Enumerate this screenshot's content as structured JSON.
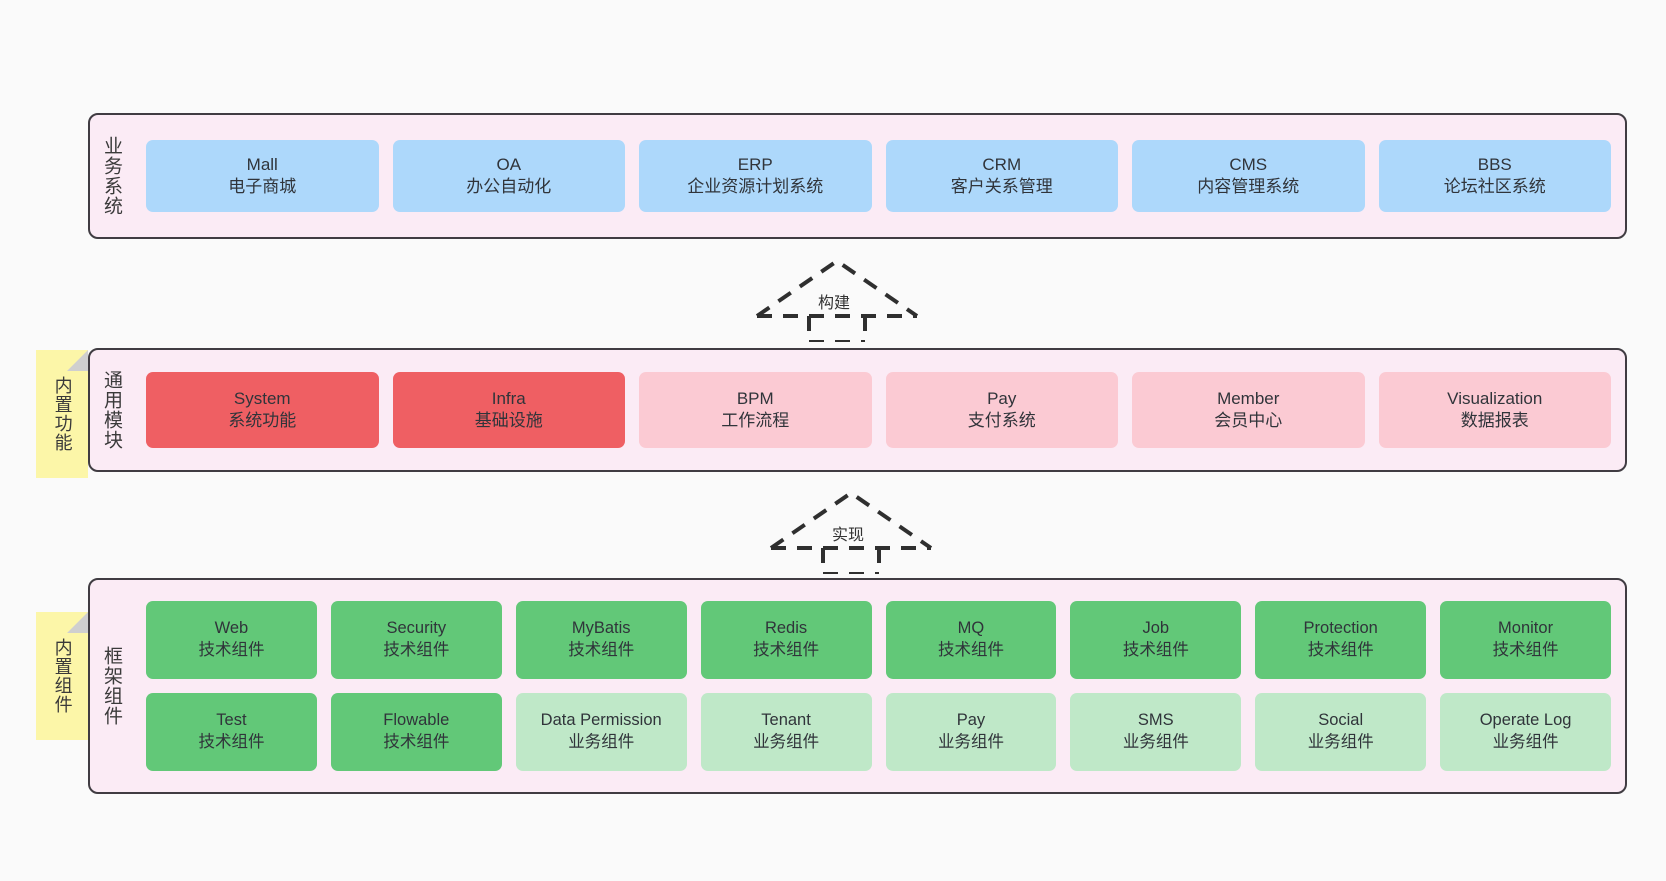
{
  "diagram": {
    "background_color": "#fafafa",
    "layer_fill": "#fbebf5",
    "layer_border": "#403c42",
    "note_fill": "#fcf6a8"
  },
  "layers": [
    {
      "id": "business",
      "title": "业务系统",
      "rows": [
        {
          "nodes": [
            {
              "title": "Mall",
              "sub": "电子商城",
              "color": "#add8fb"
            },
            {
              "title": "OA",
              "sub": "办公自动化",
              "color": "#add8fb"
            },
            {
              "title": "ERP",
              "sub": "企业资源计划系统",
              "color": "#add8fb"
            },
            {
              "title": "CRM",
              "sub": "客户关系管理",
              "color": "#add8fb"
            },
            {
              "title": "CMS",
              "sub": "内容管理系统",
              "color": "#add8fb"
            },
            {
              "title": "BBS",
              "sub": "论坛社区系统",
              "color": "#add8fb"
            }
          ]
        }
      ]
    },
    {
      "id": "common",
      "title": "通用模块",
      "rows": [
        {
          "nodes": [
            {
              "title": "System",
              "sub": "系统功能",
              "color": "#ef5f63"
            },
            {
              "title": "Infra",
              "sub": "基础设施",
              "color": "#ef5f63"
            },
            {
              "title": "BPM",
              "sub": "工作流程",
              "color": "#fbcad3"
            },
            {
              "title": "Pay",
              "sub": "支付系统",
              "color": "#fbcad3"
            },
            {
              "title": "Member",
              "sub": "会员中心",
              "color": "#fbcad3"
            },
            {
              "title": "Visualization",
              "sub": "数据报表",
              "color": "#fbcad3"
            }
          ]
        }
      ]
    },
    {
      "id": "framework",
      "title": "框架组件",
      "rows": [
        {
          "nodes": [
            {
              "title": "Web",
              "sub": "技术组件",
              "color": "#62c878"
            },
            {
              "title": "Security",
              "sub": "技术组件",
              "color": "#62c878"
            },
            {
              "title": "MyBatis",
              "sub": "技术组件",
              "color": "#62c878"
            },
            {
              "title": "Redis",
              "sub": "技术组件",
              "color": "#62c878"
            },
            {
              "title": "MQ",
              "sub": "技术组件",
              "color": "#62c878"
            },
            {
              "title": "Job",
              "sub": "技术组件",
              "color": "#62c878"
            },
            {
              "title": "Protection",
              "sub": "技术组件",
              "color": "#62c878"
            },
            {
              "title": "Monitor",
              "sub": "技术组件",
              "color": "#62c878"
            }
          ]
        },
        {
          "nodes": [
            {
              "title": "Test",
              "sub": "技术组件",
              "color": "#62c878"
            },
            {
              "title": "Flowable",
              "sub": "技术组件",
              "color": "#62c878"
            },
            {
              "title": "Data Permission",
              "sub": "业务组件",
              "color": "#bfe8c8"
            },
            {
              "title": "Tenant",
              "sub": "业务组件",
              "color": "#bfe8c8"
            },
            {
              "title": "Pay",
              "sub": "业务组件",
              "color": "#bfe8c8"
            },
            {
              "title": "SMS",
              "sub": "业务组件",
              "color": "#bfe8c8"
            },
            {
              "title": "Social",
              "sub": "业务组件",
              "color": "#bfe8c8"
            },
            {
              "title": "Operate Log",
              "sub": "业务组件",
              "color": "#bfe8c8"
            }
          ]
        }
      ]
    }
  ],
  "notes": [
    {
      "id": "builtin-function",
      "text": "内置功能"
    },
    {
      "id": "builtin-component",
      "text": "内置组件"
    }
  ],
  "arrows": [
    {
      "id": "build",
      "label": "构建",
      "style": "dashed-generalization",
      "direction": "up"
    },
    {
      "id": "implement",
      "label": "实现",
      "style": "dashed-generalization",
      "direction": "up"
    }
  ]
}
